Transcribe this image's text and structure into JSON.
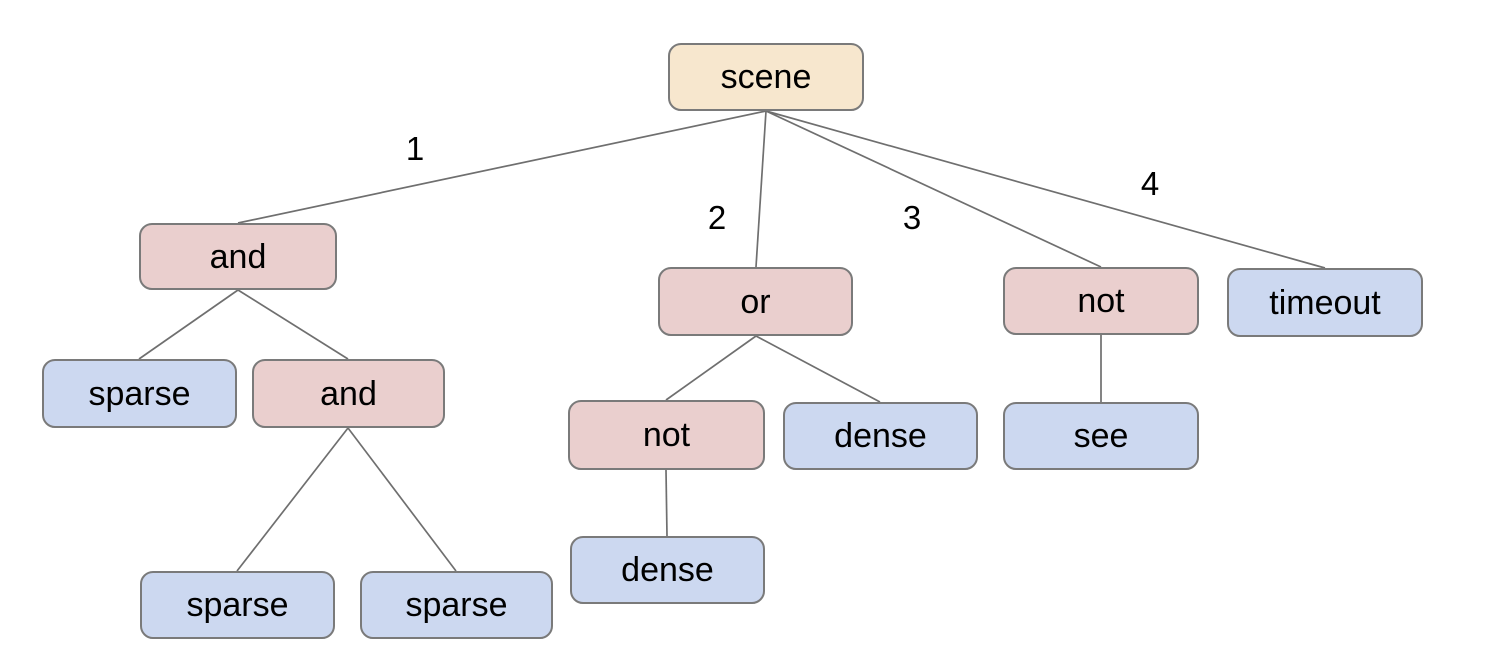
{
  "diagram": {
    "type": "tree",
    "background": "#ffffff",
    "colors": {
      "background": "#ffffff",
      "root_fill": "#f7e7ce",
      "operator_fill": "#eacfce",
      "leaf_fill": "#ccd8f0",
      "node_border": "#7a7a7a",
      "edge_line": "#6f6f6f",
      "text": "#000000"
    },
    "nodes": {
      "scene": {
        "label": "scene",
        "role": "root",
        "children": [
          "and_1",
          "or_1",
          "not_1",
          "timeout_1"
        ]
      },
      "and_1": {
        "label": "and",
        "role": "operator",
        "children": [
          "sparse_1",
          "and_2"
        ]
      },
      "or_1": {
        "label": "or",
        "role": "operator",
        "children": [
          "not_2",
          "dense_1"
        ]
      },
      "not_1": {
        "label": "not",
        "role": "operator",
        "children": [
          "see_1"
        ]
      },
      "timeout_1": {
        "label": "timeout",
        "role": "leaf",
        "children": []
      },
      "sparse_1": {
        "label": "sparse",
        "role": "leaf",
        "children": []
      },
      "and_2": {
        "label": "and",
        "role": "operator",
        "children": [
          "sparse_2",
          "sparse_3"
        ]
      },
      "not_2": {
        "label": "not",
        "role": "operator",
        "children": [
          "dense_2"
        ]
      },
      "dense_1": {
        "label": "dense",
        "role": "leaf",
        "children": []
      },
      "see_1": {
        "label": "see",
        "role": "leaf",
        "children": []
      },
      "sparse_2": {
        "label": "sparse",
        "role": "leaf",
        "children": []
      },
      "sparse_3": {
        "label": "sparse",
        "role": "leaf",
        "children": []
      },
      "dense_2": {
        "label": "dense",
        "role": "leaf",
        "children": []
      }
    },
    "edge_labels": {
      "scene_and": "1",
      "scene_or": "2",
      "scene_not": "3",
      "scene_timeout": "4"
    }
  }
}
